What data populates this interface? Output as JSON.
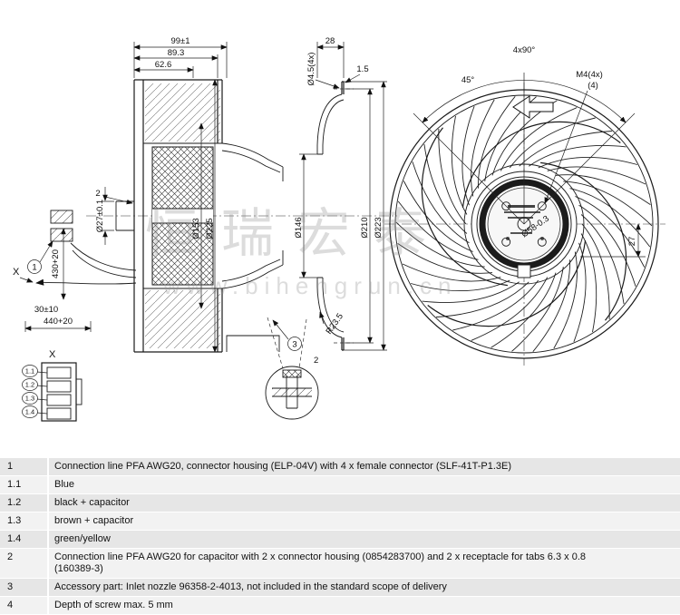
{
  "drawing": {
    "watermark": {
      "line1": "恒瑞宏泰",
      "line2": "www.bihengrun.cn"
    },
    "side_view": {
      "dim_depth_total": "99±1",
      "dim_depth_housing": "89.3",
      "dim_depth_motor": "62.6",
      "callout_2": "2",
      "dim_shaft": "Ø27±0.1",
      "dim_cable_430": "430+20",
      "dim_cable_30": "30±10",
      "dim_cable_440": "440+20",
      "connector_ref": "X",
      "callout_1": "1",
      "dim_d153": "Ø153",
      "dim_d225": "Ø225",
      "callout_3": "3",
      "callout_2b": "2"
    },
    "nozzle_view": {
      "dim_depth": "28",
      "dim_holes": "Ø4.5(4x)",
      "dim_flange": "1.5",
      "dim_d146": "Ø146",
      "dim_d210": "Ø210",
      "dim_d223": "Ø223",
      "dim_radius": "R23.5"
    },
    "front_view": {
      "dim_angle_pattern": "4x90°",
      "dim_angle_45": "45°",
      "dim_thread": "M4(4x)",
      "thread_note_ref": "(4)",
      "dim_hub": "Ø58-0.3",
      "dim_27": "27"
    },
    "connector_detail": {
      "title": "X",
      "pin_labels": [
        "1.1",
        "1.2",
        "1.3",
        "1.4"
      ]
    }
  },
  "table": {
    "rows": [
      {
        "id": "1",
        "text": "Connection line PFA AWG20, connector housing (ELP-04V) with 4 x female connector (SLF-41T-P1.3E)"
      },
      {
        "id": "1.1",
        "text": "Blue"
      },
      {
        "id": "1.2",
        "text": "black + capacitor"
      },
      {
        "id": "1.3",
        "text": "brown + capacitor"
      },
      {
        "id": "1.4",
        "text": "green/yellow"
      },
      {
        "id": "2",
        "text": "Connection line PFA AWG20 for capacitor with 2 x connector housing (0854283700) and 2 x receptacle for tabs 6.3 x 0.8",
        "line2": "(160389-3)"
      },
      {
        "id": "3",
        "text": "Accessory part: Inlet nozzle 96358-2-4013, not included in the standard scope of delivery"
      },
      {
        "id": "4",
        "text": "Depth of screw max. 5 mm"
      }
    ]
  }
}
